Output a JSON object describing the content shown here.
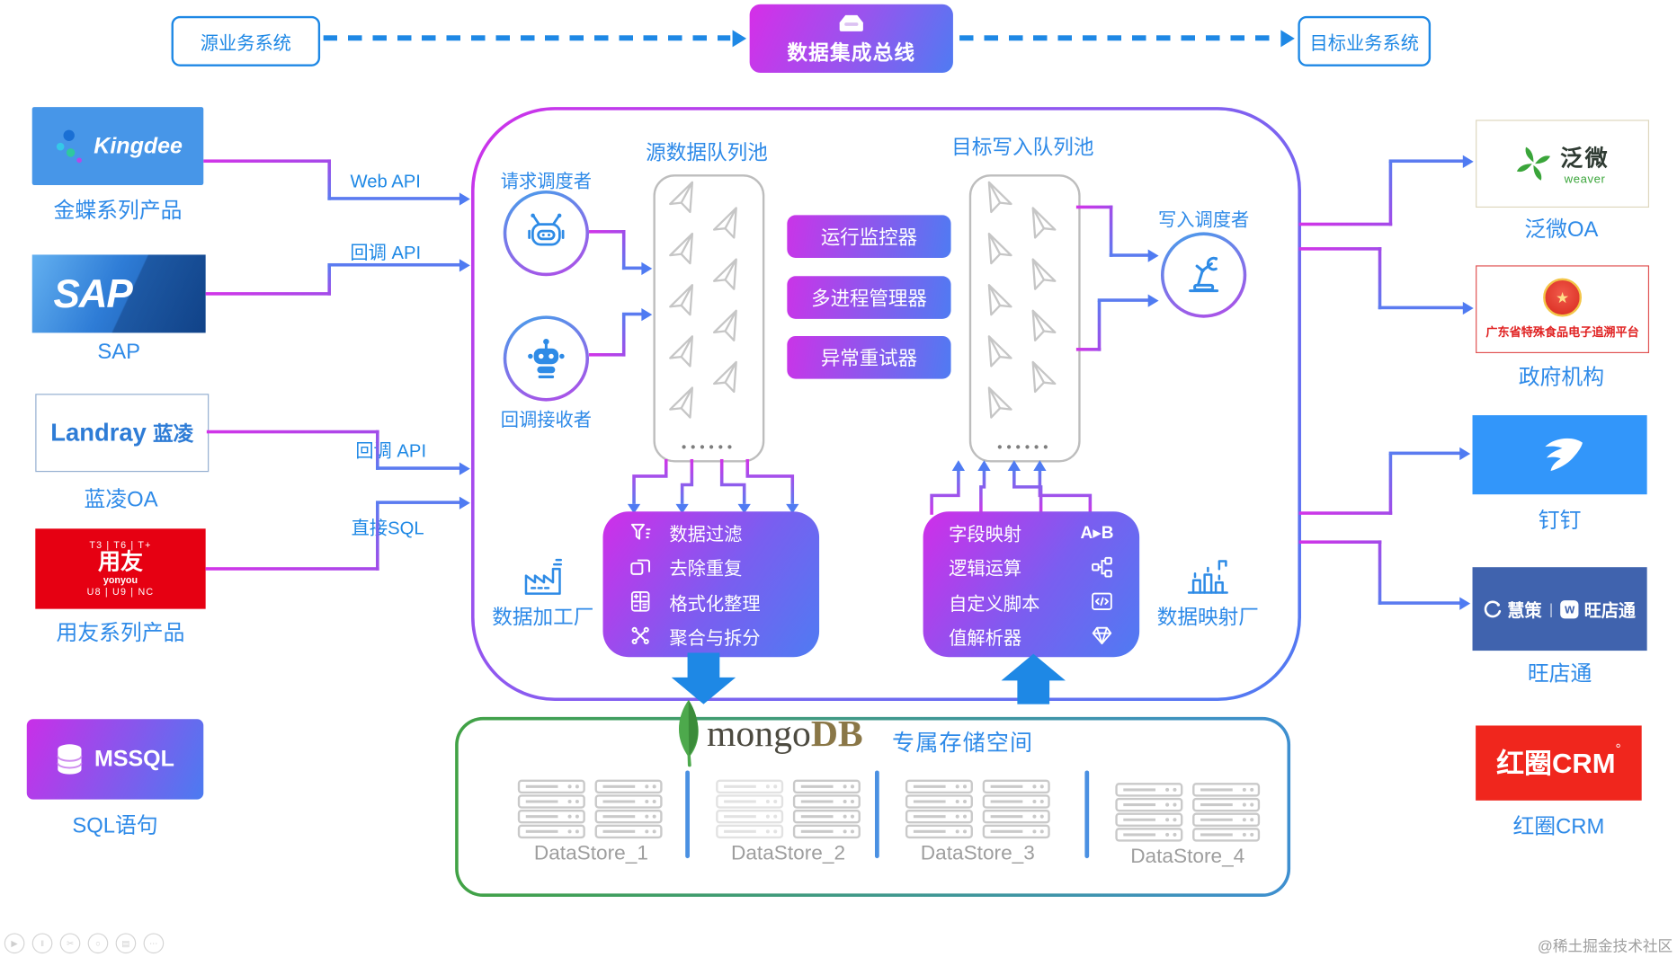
{
  "top": {
    "source": "源业务系统",
    "bus": "数据集成总线",
    "target": "目标业务系统"
  },
  "left_nodes": [
    {
      "logo": "Kingdee",
      "label": "金蝶系列产品"
    },
    {
      "logo": "SAP",
      "label": "SAP"
    },
    {
      "logo_en": "Landray",
      "logo_cn": "蓝凌",
      "label": "蓝凌OA"
    },
    {
      "line_top": "T3 | T6 | T+",
      "logo": "用友",
      "sub": "yonyou",
      "line_bottom": "U8 | U9 | NC",
      "label": "用友系列产品"
    },
    {
      "logo": "MSSQL",
      "label": "SQL语句"
    }
  ],
  "api_labels": [
    "Web API",
    "回调 API",
    "回调 API",
    "直接SQL"
  ],
  "engine": {
    "source_queue_title": "源数据队列池",
    "target_queue_title": "目标写入队列池",
    "request_scheduler": "请求调度者",
    "callback_receiver": "回调接收者",
    "write_scheduler": "写入调度者",
    "pills": [
      "运行监控器",
      "多进程管理器",
      "异常重试器"
    ],
    "processing_factory": "数据加工厂",
    "mapping_factory": "数据映射厂",
    "process_features": [
      "数据过滤",
      "去除重复",
      "格式化整理",
      "聚合与拆分"
    ],
    "mapping_features": [
      "字段映射",
      "逻辑运算",
      "自定义脚本",
      "值解析器"
    ],
    "mapping_badge": "A▸B",
    "queue_dots": "••••••"
  },
  "storage": {
    "brand_mongo": "mongo",
    "brand_db": "DB",
    "title": "专属存储空间",
    "datastores": [
      "DataStore_1",
      "DataStore_2",
      "DataStore_3",
      "DataStore_4"
    ]
  },
  "right_nodes": [
    {
      "logo_cn": "泛微",
      "logo_en": "weaver",
      "label": "泛微OA"
    },
    {
      "text": "广东省特殊食品电子追溯平台",
      "star": "★",
      "label": "政府机构"
    },
    {
      "label": "钉钉"
    },
    {
      "brand1": "慧策",
      "divider": "|",
      "w_mark": "w",
      "brand2": "旺店通",
      "label": "旺店通"
    },
    {
      "logo": "红圈CRM",
      "sup": "°",
      "label": "红圈CRM"
    }
  ],
  "watermark": "@稀土掘金技术社区",
  "player_icons": [
    "▶",
    "‖",
    "✂",
    "○",
    "▤",
    "⋯"
  ],
  "colors": {
    "accent_blue": "#1e88e5",
    "label_blue": "#2e8ae8",
    "magenta": "#d234e8",
    "gradient_blue": "#4f7bf2",
    "dingtalk_blue": "#3296fa",
    "wdt_blue": "#4063ae",
    "yonyou_red": "#e60012",
    "hq_red": "#f0261d",
    "mongo_green": "#41a245"
  }
}
